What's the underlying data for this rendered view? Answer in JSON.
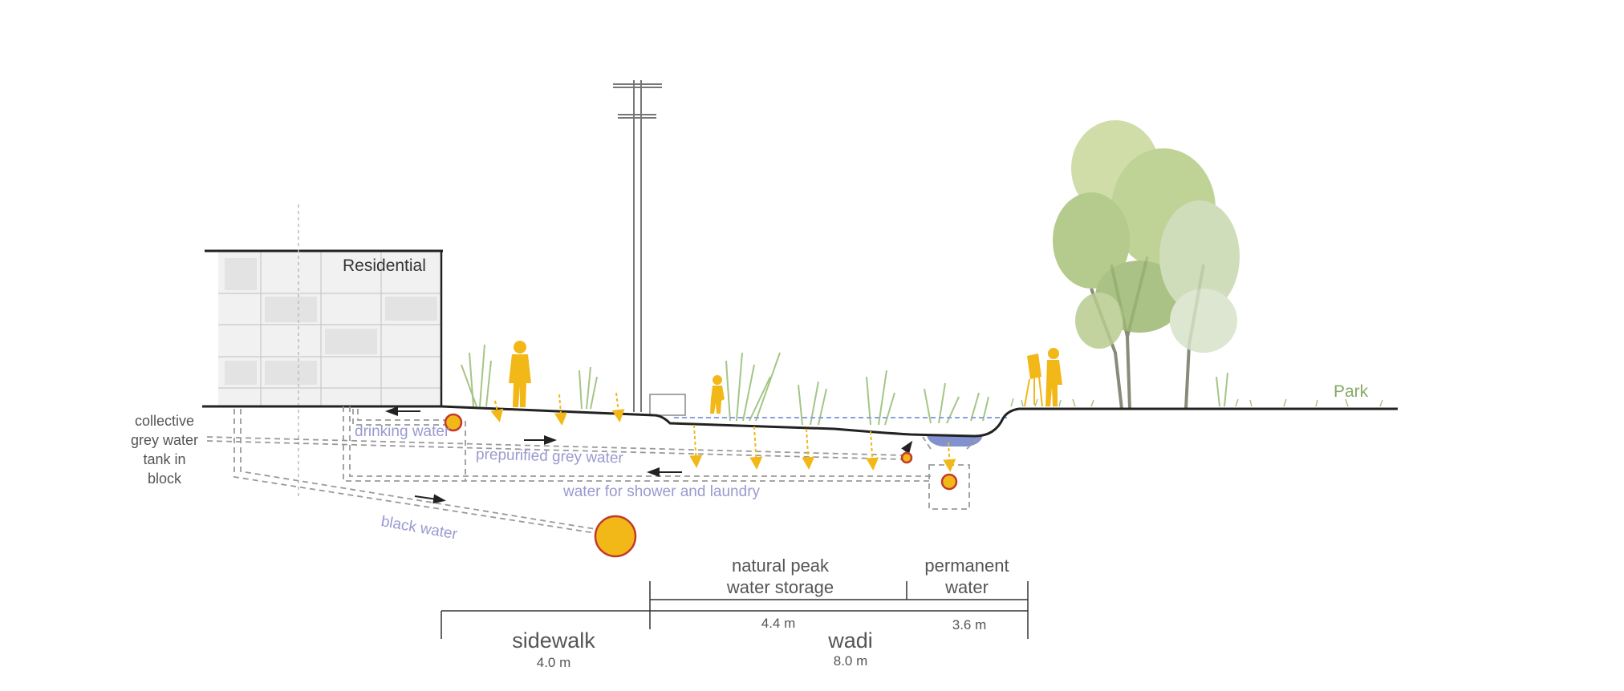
{
  "labels": {
    "residential": "Residential",
    "park": "Park",
    "collective_tank": [
      "collective",
      "grey water",
      "tank in",
      "block"
    ],
    "drinking_water": "drinking water",
    "prepurified_grey_water": "prepurified grey water",
    "shower_laundry_water": "water for shower and laundry",
    "black_water": "black water"
  },
  "dimensions": {
    "peak_storage": {
      "label_line1": "natural peak",
      "label_line2": "water storage",
      "width": "4.4 m"
    },
    "permanent_water": {
      "label_line1": "permanent",
      "label_line2": "water",
      "width": "3.6 m"
    },
    "sidewalk": {
      "label": "sidewalk",
      "width": "4.0 m"
    },
    "wadi": {
      "label": "wadi",
      "width": "8.0 m"
    }
  },
  "colors": {
    "figure_yellow": "#f2b818",
    "water_label": "#9a9ad0",
    "park_label": "#8aa86a",
    "pipe_red": "#c23a2a",
    "water_fill": "#6b7fc6",
    "ground": "#222222"
  }
}
